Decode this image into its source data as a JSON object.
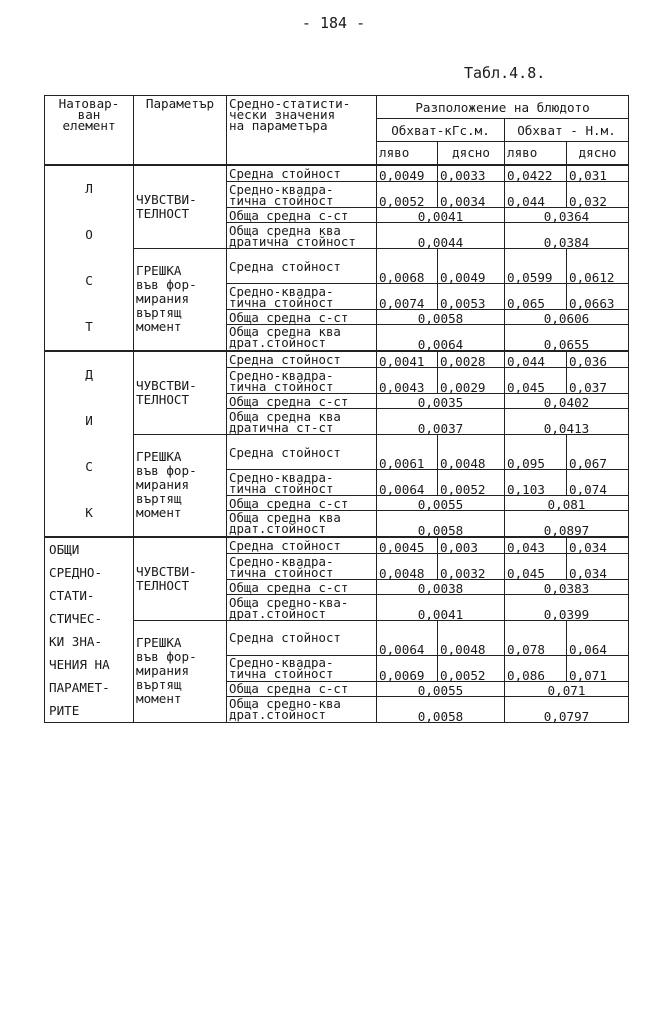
{
  "page_number": "- 184 -",
  "table_caption": "Табл.4.8.",
  "header": {
    "element": "Натовар-\nван\nелемент",
    "parameter": "Параметър",
    "stat_values": "Средно-статисти-\nчески значения\nна параметъра",
    "location": "Разположение на блюдото",
    "coverage_kgc": "Обхват-кГс.м.",
    "coverage_nm": "Обхват - Н.м.",
    "left": "ляво",
    "right": "дясно"
  },
  "groups": [
    {
      "element_letters": [
        "Л",
        "О",
        "С",
        "Т"
      ],
      "params": [
        {
          "name": "ЧУВСТВИ-\nТЕЛНОСТ",
          "rows": [
            {
              "label": "Средна стойност",
              "values": [
                "0,0049",
                "0,0033",
                "0,0422",
                "0,031"
              ]
            },
            {
              "label": "Средно-квадра-\nтична стойност",
              "values": [
                "0,0052",
                "0,0034",
                "0,044",
                "0,032"
              ]
            },
            {
              "label": "Обща средна с-ст",
              "values": [
                "0,0041",
                "0,0364"
              ]
            },
            {
              "label": "Обща средна ква\nдратична стойност",
              "values": [
                "0,0044",
                "0,0384"
              ]
            }
          ]
        },
        {
          "name": "ГРЕШКА\nвъв фор-\nмирания\nвъртящ\nмомент",
          "rows": [
            {
              "label": "Средна стойност",
              "values": [
                "0,0068",
                "0,0049",
                "0,0599",
                "0,0612"
              ]
            },
            {
              "label": "Средно-квадра-\nтична стойност",
              "values": [
                "0,0074",
                "0,0053",
                "0,065",
                "0,0663"
              ]
            },
            {
              "label": "Обща средна с-ст",
              "values": [
                "0,0058",
                "0,0606"
              ]
            },
            {
              "label": "Обща средна ква\nдрат.стойност",
              "values": [
                "0,0064",
                "0,0655"
              ]
            }
          ]
        }
      ]
    },
    {
      "element_letters": [
        "Д",
        "И",
        "С",
        "К"
      ],
      "params": [
        {
          "name": "ЧУВСТВИ-\nТЕЛНОСТ",
          "rows": [
            {
              "label": "Средна стойност",
              "values": [
                "0,0041",
                "0,0028",
                "0,044",
                "0,036"
              ]
            },
            {
              "label": "Средно-квадра-\nтична стойност",
              "values": [
                "0,0043",
                "0,0029",
                "0,045",
                "0,037"
              ]
            },
            {
              "label": "Обща средна с-ст",
              "values": [
                "0,0035",
                "0,0402"
              ]
            },
            {
              "label": "Обща средна ква\nдратична ст-ст",
              "values": [
                "0,0037",
                "0,0413"
              ]
            }
          ]
        },
        {
          "name": "ГРЕШКА\nвъв фор-\nмирания\nвъртящ\nмомент",
          "rows": [
            {
              "label": "Средна стойност",
              "values": [
                "0,0061",
                "0,0048",
                "0,095",
                "0,067"
              ]
            },
            {
              "label": "Средно-квадра-\nтична стойност",
              "values": [
                "0,0064",
                "0,0052",
                "0,103",
                "0,074"
              ]
            },
            {
              "label": "Обща средна с-ст",
              "values": [
                "0,0055",
                "0,081"
              ]
            },
            {
              "label": "Обща средна ква\nдрат.стойност",
              "values": [
                "0,0058",
                "0,0897"
              ]
            }
          ]
        }
      ]
    },
    {
      "element_text": "ОБЩИ\nСРЕДНО-\nСТАТИ-\nСТИЧЕС-\nКИ ЗНА-\nЧЕНИЯ НА\nПАРАМЕТ-\nРИТЕ",
      "params": [
        {
          "name": "ЧУВСТВИ-\nТЕЛНОСТ",
          "rows": [
            {
              "label": "Средна стойност",
              "values": [
                "0,0045",
                "0,003",
                "0,043",
                "0,034"
              ]
            },
            {
              "label": "Средно-квадра-\nтична стойност",
              "values": [
                "0,0048",
                "0,0032",
                "0,045",
                "0,034"
              ]
            },
            {
              "label": "Обща средна с-ст",
              "values": [
                "0,0038",
                "0,0383"
              ]
            },
            {
              "label": "Обща средно-ква-\nдрат.стойност",
              "values": [
                "0,0041",
                "0,0399"
              ]
            }
          ]
        },
        {
          "name": "ГРЕШКА\nвъв фор-\nмирания\nвъртящ\nмомент",
          "rows": [
            {
              "label": "Средна стойност",
              "values": [
                "0,0064",
                "0,0048",
                "0,078",
                "0,064"
              ]
            },
            {
              "label": "Средно-квадра-\nтична стойност",
              "values": [
                "0,0069",
                "0,0052",
                "0,086",
                "0,071"
              ]
            },
            {
              "label": "Обща средна с-ст",
              "values": [
                "0,0055",
                "0,071"
              ]
            },
            {
              "label": "Обща средно-ква\nдрат.стойност",
              "values": [
                "0,0058",
                "0,0797"
              ]
            }
          ]
        }
      ]
    }
  ]
}
